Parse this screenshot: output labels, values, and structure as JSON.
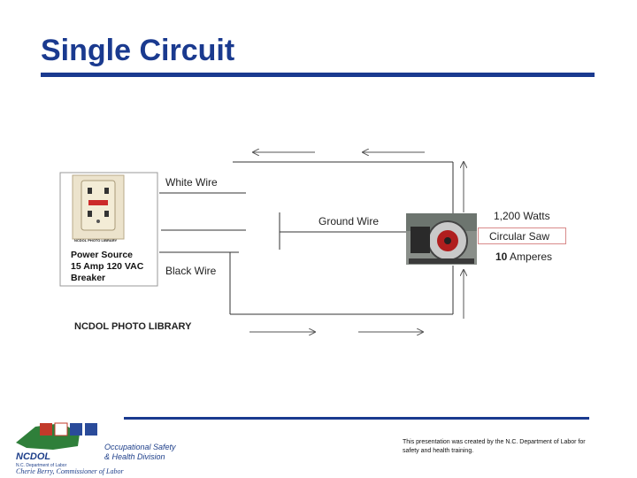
{
  "title": "Single Circuit",
  "labels": {
    "white_wire": "White Wire",
    "ground_wire": "Ground Wire",
    "black_wire": "Black Wire",
    "watts": "1,200 Watts",
    "device": "Circular Saw",
    "amps_number": "10",
    "amps_unit": "Amperes",
    "photo_library": "NCDOL PHOTO LIBRARY",
    "outlet_caption": "NCDOL PHOTO LIBRARY"
  },
  "power_source": {
    "line1": "Power Source",
    "line2": "15 Amp 120 VAC",
    "line3": "Breaker"
  },
  "footer": {
    "note": "This presentation was created by the N.C. Department of Labor for safety and health training.",
    "logo_text": "NCDOL",
    "logo_line1": "Occupational Safety",
    "logo_line2": "& Health Division",
    "logo_caption": "N.C. Department of Labor",
    "commissioner": "Cherie Berry, Commissioner of Labor"
  },
  "colors": {
    "title": "#1a3a8f",
    "rule": "#1a3a8f",
    "device_highlight": "#d88a8a"
  }
}
